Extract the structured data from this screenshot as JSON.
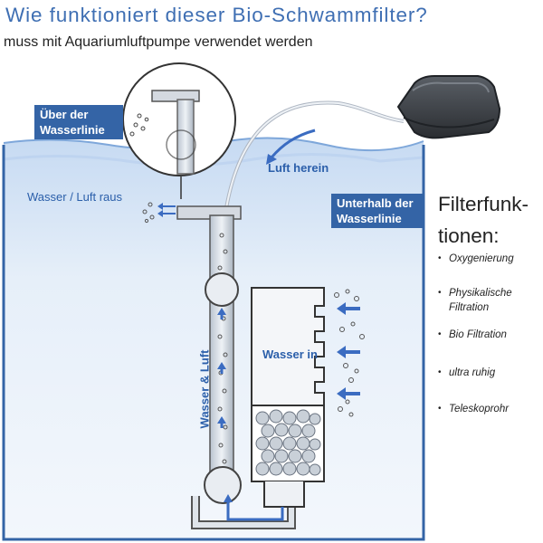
{
  "title": "Wie funktioniert dieser Bio-Schwammfilter?",
  "subtitle": "muss mit Aquariumluftpumpe verwendet werden",
  "labels": {
    "above_water": "Über der Wasserlinie",
    "below_water": "Unterhalb der Wasserlinie",
    "air_in": "Luft herein",
    "water_air_out": "Wasser / Luft raus",
    "water_and_air": "Wasser & Luft",
    "water_in": "Wasser in"
  },
  "side_panel": {
    "title": "Filterfunk-tionen:",
    "bullet": "•",
    "items": [
      "Oxygenierung",
      "Physikalische Filtration",
      "Bio Filtration",
      "ultra ruhig",
      "Teleskoprohr"
    ]
  },
  "colors": {
    "water": "#dce9f7",
    "tank_outline": "#3464a6",
    "label_box": "#3464a6",
    "arrow": "#3b6cc1",
    "title": "#3f6fb3"
  }
}
